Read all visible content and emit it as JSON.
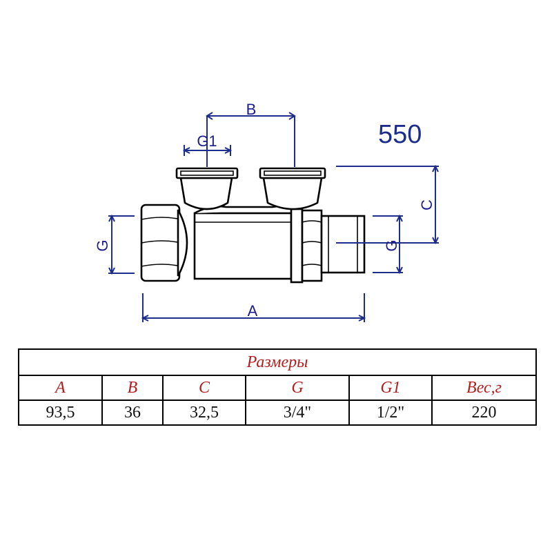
{
  "drawing": {
    "model": "550",
    "dimension_labels": {
      "A": "A",
      "B": "B",
      "C": "C",
      "G_left": "G",
      "G_right": "G",
      "G1": "G1"
    },
    "colors": {
      "dimension": "#1c2d8c",
      "outline": "#000000",
      "table_header": "#b21d1d"
    }
  },
  "table": {
    "title": "Размеры",
    "headers": [
      "A",
      "B",
      "C",
      "G",
      "G1",
      "Вес,г"
    ],
    "values": [
      "93,5",
      "36",
      "32,5",
      "3/4\"",
      "1/2\"",
      "220"
    ]
  }
}
